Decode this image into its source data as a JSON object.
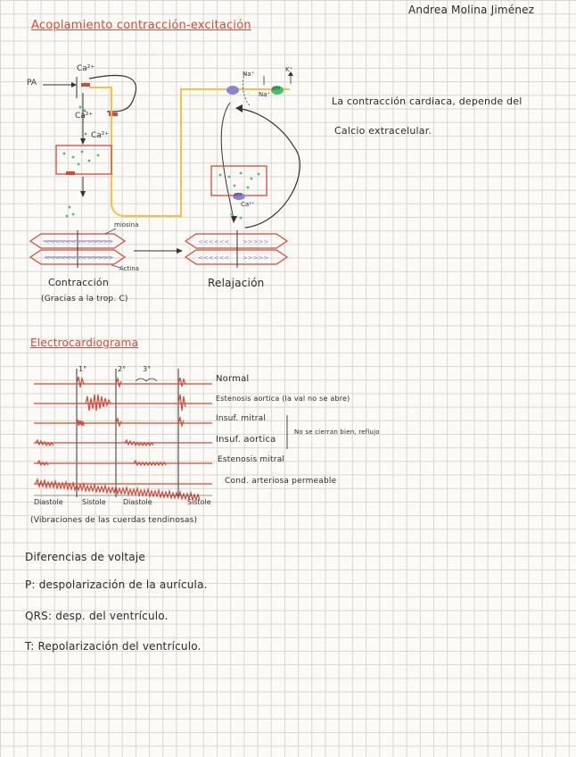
{
  "header": {
    "author": "Andrea Molina Jiménez",
    "title": "Acoplamiento contracción-excitación"
  },
  "diagram": {
    "pa_label": "PA",
    "ca_top": "Ca²⁺",
    "ca_mid": "Ca²⁺",
    "ca_side": "Ca²⁺",
    "na_top": "Na⁺",
    "na_mid": "Na⁺",
    "k_label": "K⁺",
    "atp_label": "ATP",
    "atp_label2": "ATP",
    "ca_right": "Ca²⁺",
    "miosina": "miosina",
    "actina": "Actina",
    "contraccion": "Contracción",
    "contraccion_note": "(Gracias a la trop. C)",
    "relajacion": "Relajación"
  },
  "note": {
    "line1": "La contracción cardiaca, depende del",
    "line2": "Calcio extracelular."
  },
  "ecg": {
    "title": "Electrocardiograma",
    "markers": [
      "1°",
      "2°",
      "3°"
    ],
    "labels": [
      "Normal",
      "Estenosis aortica (la val no se abre)",
      "Insuf. mitral",
      "Insuf. aortica",
      "Estenosis mitral",
      "Cond. arteriosa permeable"
    ],
    "brace_note": "No se cierran bien, reflujo",
    "phases": [
      "Diastole",
      "Sistole",
      "Diastole",
      "Sistole"
    ],
    "vibration_note": "(Vibraciones de las cuerdas tendinosas)"
  },
  "bottom": {
    "line1": "Diferencias de voltaje",
    "line2": "P: despolarización de la aurícula.",
    "line3": "QRS: desp. del ventrículo.",
    "line4": "T: Repolarización del ventrículo."
  },
  "colors": {
    "red": "#d14b3a",
    "yellow": "#f0c24a",
    "green": "#4bbf6b",
    "purple": "#8d85c9",
    "ink": "#2b2b2b"
  }
}
